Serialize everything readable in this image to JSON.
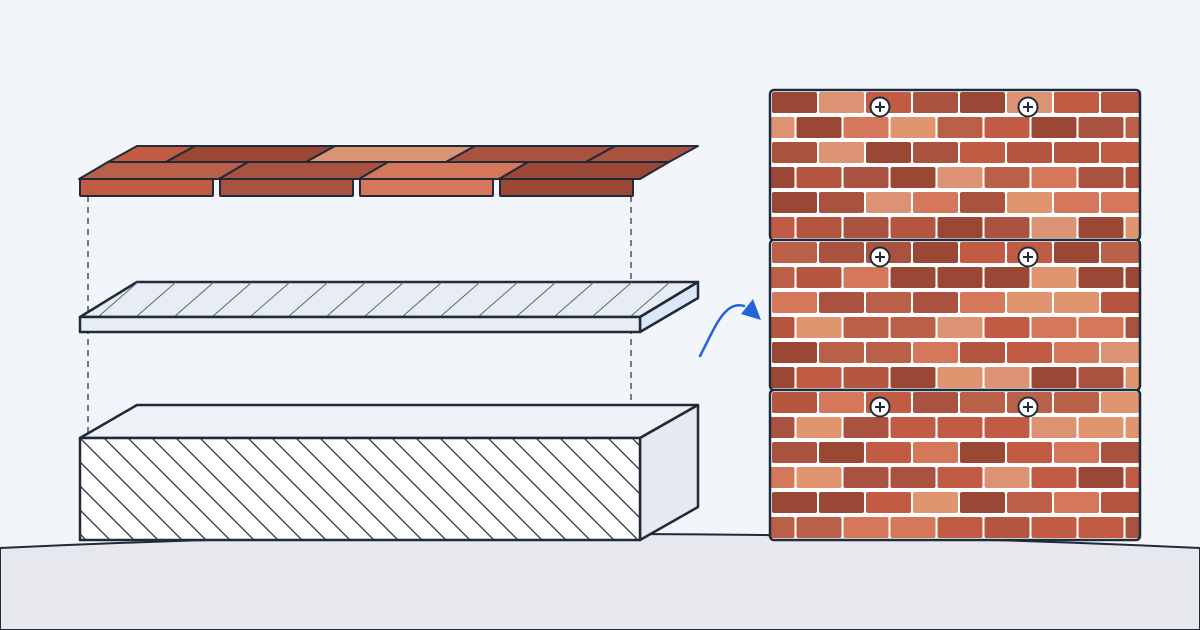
{
  "diagram": {
    "type": "exploded-layer-illustration",
    "layers": [
      {
        "role": "brick-slip-tiles"
      },
      {
        "role": "adhesive-board"
      },
      {
        "role": "substrate-block"
      }
    ],
    "panels": {
      "count": 3,
      "fixings_per_panel": 2,
      "fixing_icon": "screw-head-icon"
    },
    "arrow_icon": "curved-arrow-icon"
  },
  "colors": {
    "background": "#f2f6fb",
    "ground": "#e6e8ed",
    "outline": "#1f2a3a",
    "mortar": "#ffffff",
    "accent_arrow": "#2563d9",
    "board_face": "#e8ecf3",
    "board_edge": "#dbe6f7",
    "block_side": "#e6e9ef",
    "brick_palette": [
      "#c25b44",
      "#a9523f",
      "#d4775b",
      "#9b4735",
      "#dc9373",
      "#bb6048",
      "#e0956f",
      "#b4553f"
    ]
  }
}
